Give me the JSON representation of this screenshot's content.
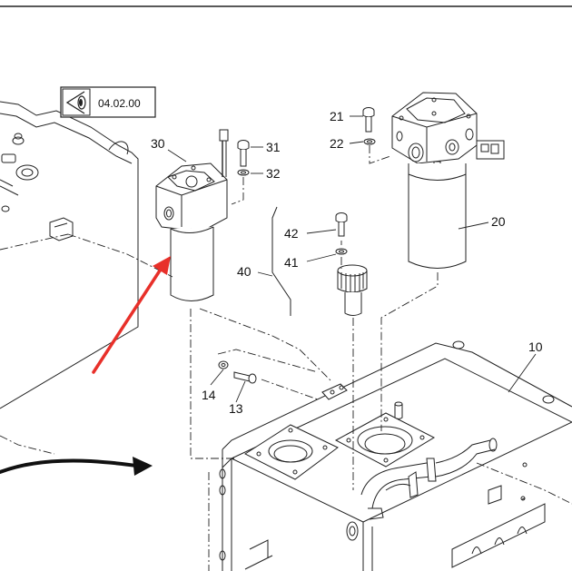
{
  "view_reference": "04.02.00",
  "callouts": {
    "c30": "30",
    "c31": "31",
    "c32": "32",
    "c21": "21",
    "c22": "22",
    "c20": "20",
    "c42": "42",
    "c41": "41",
    "c40": "40",
    "c10": "10",
    "c14": "14",
    "c13": "13"
  },
  "colors": {
    "line": "#222222",
    "annotation_arrow": "#e8302a",
    "curved_arrow": "#111111"
  }
}
